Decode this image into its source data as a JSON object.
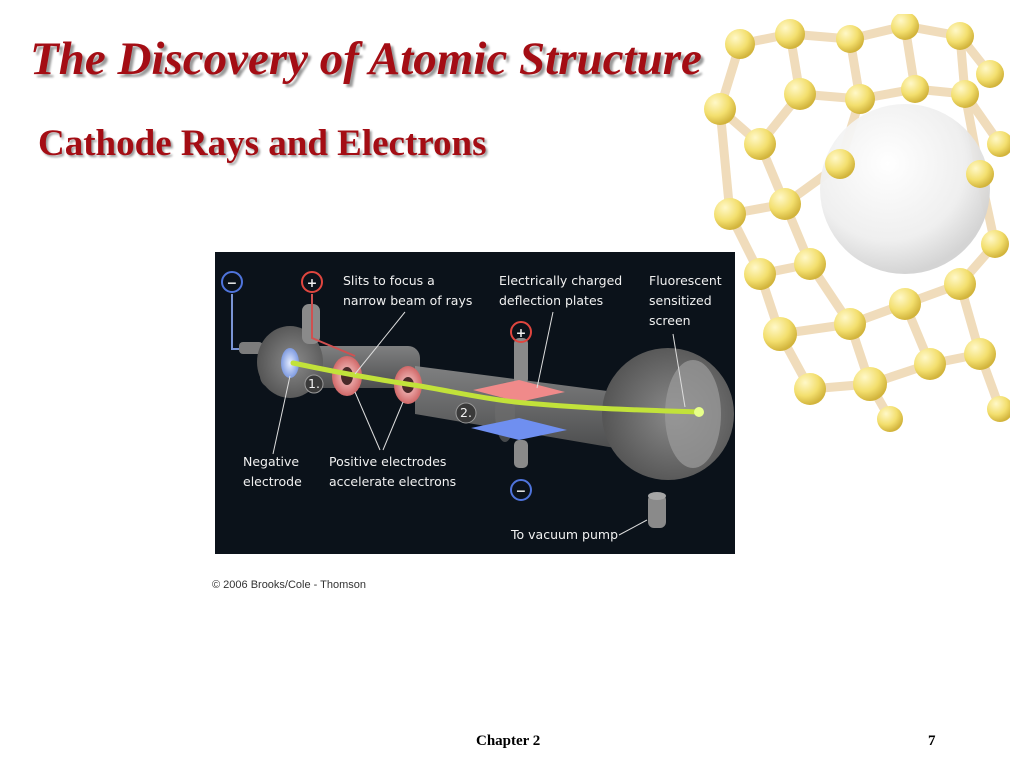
{
  "slide": {
    "title": "The Discovery of Atomic Structure",
    "subtitle": "Cathode Rays and Electrons",
    "copyright": "© 2006 Brooks/Cole - Thomson",
    "footer_chapter": "Chapter 2",
    "page_number": "7"
  },
  "diagram": {
    "labels": {
      "slits_line1": "Slits to focus a",
      "slits_line2": "narrow beam of rays",
      "plates_line1": "Electrically charged",
      "plates_line2": "deflection plates",
      "screen_line1": "Fluorescent",
      "screen_line2": "sensitized",
      "screen_line3": "screen",
      "negative_line1": "Negative",
      "negative_line2": "electrode",
      "positive_line1": "Positive electrodes",
      "positive_line2": "accelerate electrons",
      "vacuum": "To vacuum pump",
      "marker1": "1.",
      "marker2": "2."
    },
    "signs": {
      "minus": "−",
      "plus": "+"
    }
  },
  "colors": {
    "title": "#a40d14",
    "figure_background": "#0b121a",
    "beam": "#c2e23a",
    "positive_plate": "#f08a8a",
    "negative_plate": "#6f8ff0",
    "positive_sign": "#e0463f",
    "negative_sign": "#4f74dc"
  }
}
